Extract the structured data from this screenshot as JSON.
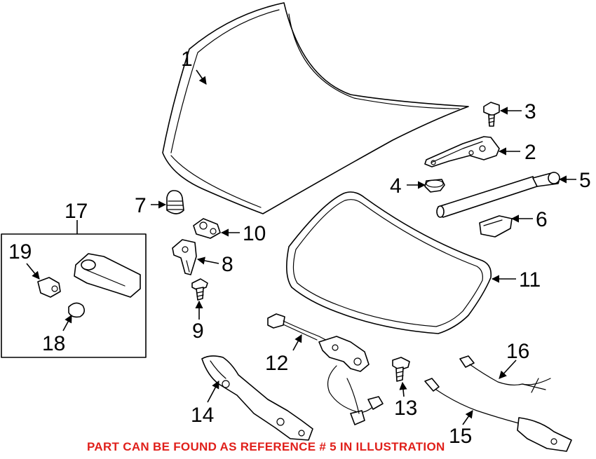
{
  "callouts": {
    "p1": "1",
    "p2": "2",
    "p3": "3",
    "p4": "4",
    "p5": "5",
    "p6": "6",
    "p7": "7",
    "p8": "8",
    "p9": "9",
    "p10": "10",
    "p11": "11",
    "p12": "12",
    "p13": "13",
    "p14": "14",
    "p15": "15",
    "p16": "16",
    "p17": "17",
    "p18": "18",
    "p19": "19"
  },
  "footnote": "PART CAN BE FOUND AS REFERENCE # 5 IN ILLUSTRATION",
  "colors": {
    "footnote": "#e0201b",
    "line": "#000000",
    "background": "#ffffff"
  }
}
